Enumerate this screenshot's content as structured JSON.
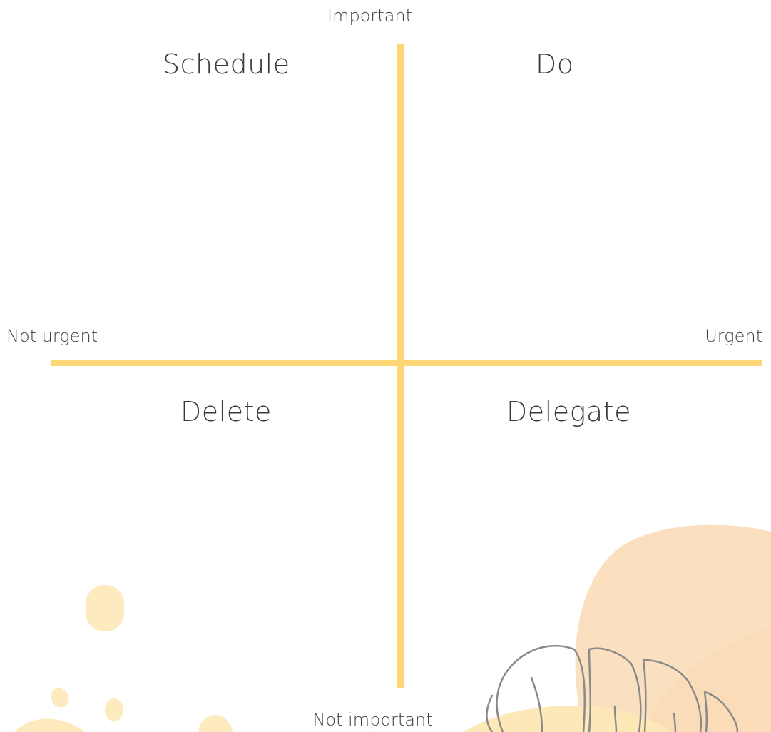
{
  "axes": {
    "top": "Important",
    "bottom": "Not important",
    "left": "Not urgent",
    "right": "Urgent"
  },
  "quadrants": {
    "top_left": "Schedule",
    "top_right": "Do",
    "bottom_left": "Delete",
    "bottom_right": "Delegate"
  },
  "colors": {
    "axis": "#fdd676",
    "text": "#3f3f3f",
    "blob_light": "#fde8b9",
    "blob_peach": "#fbdcb8",
    "outline": "#8a8a8a"
  }
}
